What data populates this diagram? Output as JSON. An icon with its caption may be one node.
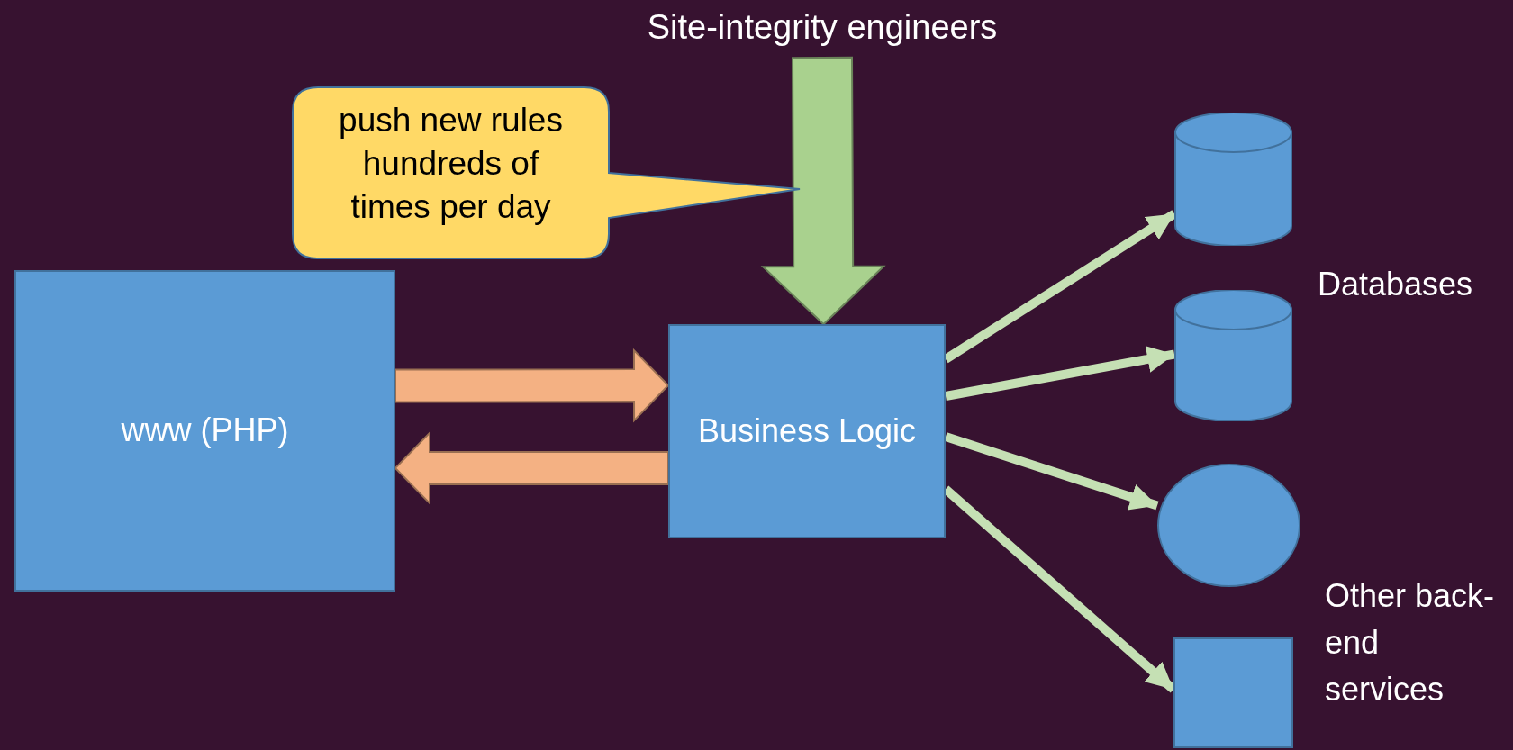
{
  "diagram": {
    "nodes": [
      {
        "text": [
          "Site-integrity engineers"
        ]
      },
      {
        "text": [
          "push new rules hundreds of times per day"
        ]
      },
      {
        "text": [
          "www (PHP)"
        ]
      },
      {
        "text": [
          "Business Logic"
        ]
      },
      {
        "text": [],
        "shape": "cylinder"
      },
      {
        "text": [],
        "shape": "cylinder"
      },
      {
        "text": [],
        "shape": "circle"
      },
      {
        "text": [],
        "shape": "box"
      }
    ],
    "edges": [
      {
        "from": 0,
        "to": 3,
        "arrow": "to",
        "style": "thick",
        "color": "#a9d18e"
      },
      {
        "from": 2,
        "to": 3,
        "arrow": "to",
        "style": "thick",
        "color": "#f4b183"
      },
      {
        "from": 3,
        "to": 2,
        "arrow": "to",
        "style": "thick",
        "color": "#f4b183"
      },
      {
        "from": 3,
        "to": 4,
        "arrow": "to"
      },
      {
        "from": 3,
        "to": 5,
        "arrow": "to"
      },
      {
        "from": 3,
        "to": 6,
        "arrow": "to"
      },
      {
        "from": 3,
        "to": 7,
        "arrow": "to"
      }
    ],
    "labels": [
      "Databases",
      "Other back-end services"
    ]
  }
}
